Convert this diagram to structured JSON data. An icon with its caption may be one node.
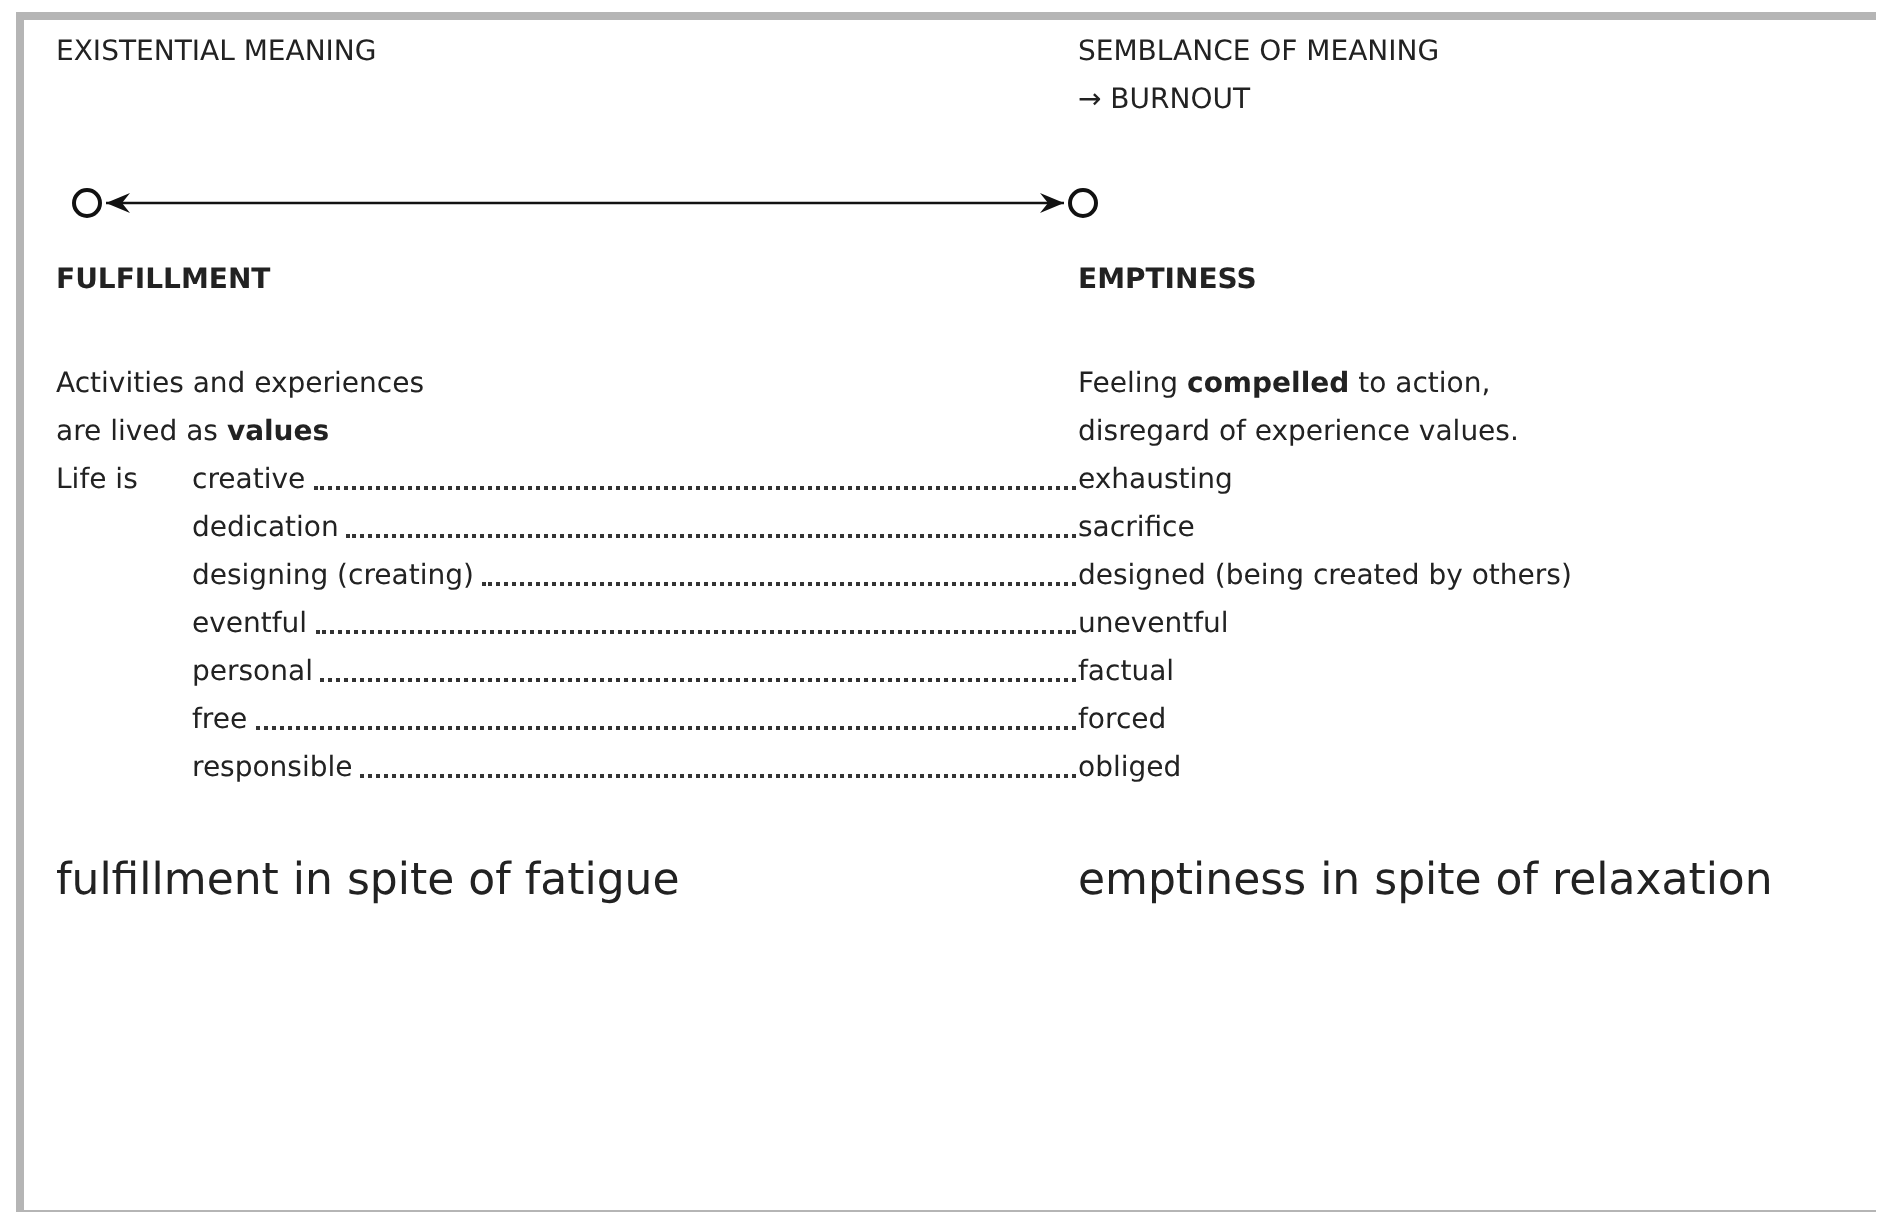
{
  "diagram": {
    "nodes": [
      {
        "text": [],
        "shape": "circle"
      },
      {
        "text": [],
        "shape": "circle"
      }
    ],
    "edges": [
      {
        "from": 0,
        "to": 1,
        "arrow": "both"
      }
    ],
    "labels": [
      "EXISTENTIAL MEANING",
      "SEMBLANCE OF MEANING",
      "→ BURNOUT",
      "FULFILLMENT",
      "EMPTINESS",
      "Activities and experiences are lived as **values**",
      "Feeling **compelled** to action, disregard of experience values.",
      "Life is",
      "creative",
      "exhausting",
      "dedication",
      "sacrifice",
      "designing (creating)",
      "designed (being created by others)",
      "eventful",
      "uneventful",
      "personal",
      "factual",
      "free",
      "forced",
      "responsible",
      "obliged",
      "fulfillment in spite of fatigue",
      "emptiness in spite of relaxation"
    ]
  }
}
